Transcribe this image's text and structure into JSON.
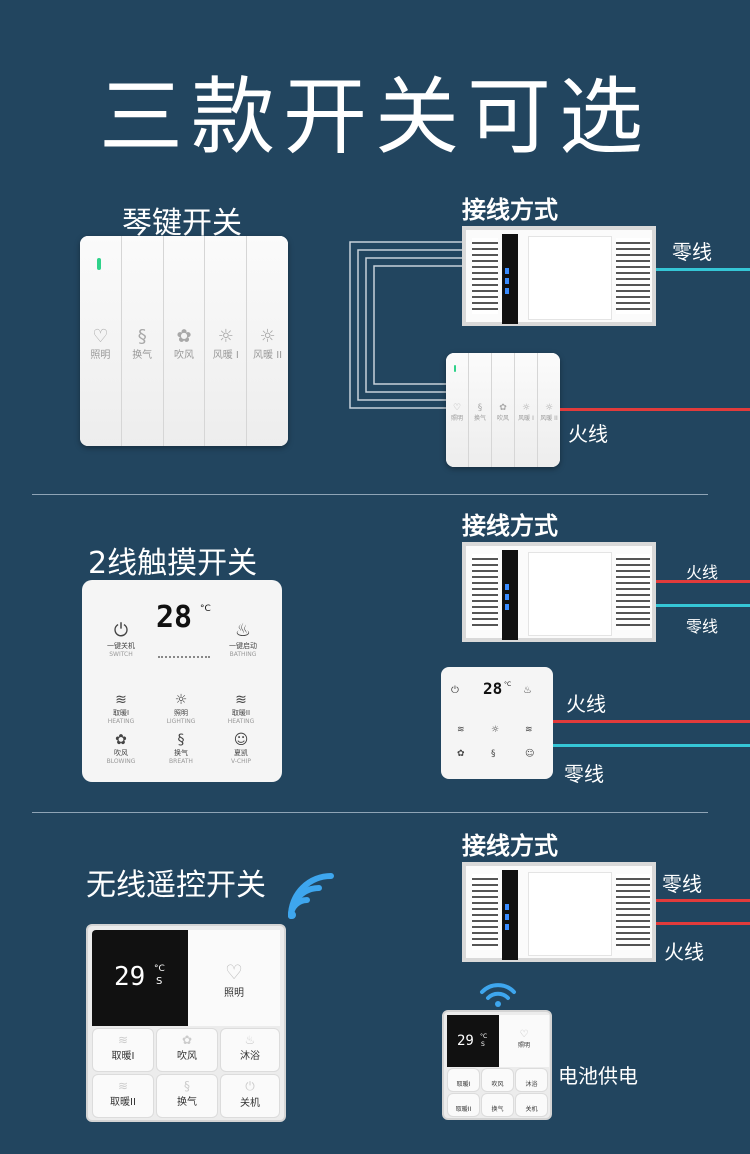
{
  "page": {
    "title": "三款开关可选"
  },
  "colors": {
    "background": "#22455f",
    "live_wire": "#e23b3b",
    "neutral_wire": "#35c6d6",
    "divider": "#8fa4b6"
  },
  "section1": {
    "label": "琴键开关",
    "wiring_title": "接线方式",
    "keys": [
      {
        "icon": "bulb-icon",
        "glyph": "♡",
        "label": "照明"
      },
      {
        "icon": "ventilation-icon",
        "glyph": "§",
        "label": "换气"
      },
      {
        "icon": "fan-icon",
        "glyph": "✿",
        "label": "吹风"
      },
      {
        "icon": "sun-icon",
        "glyph": "☼",
        "label": "风暖 I"
      },
      {
        "icon": "sun-icon",
        "glyph": "☼",
        "label": "风暖 II"
      }
    ],
    "wire_neutral": "零线",
    "wire_live": "火线"
  },
  "section2": {
    "label": "2线触摸开关",
    "wiring_title": "接线方式",
    "temperature": "28",
    "unit": "°C",
    "buttons": [
      {
        "icon": "power-icon",
        "glyph": "⏻",
        "label": "一键关机",
        "en": "SWITCH"
      },
      {
        "icon": "bath-icon",
        "glyph": "♨",
        "label": "一键启动",
        "en": "BATHING"
      },
      {
        "icon": "heating-icon",
        "glyph": "≋",
        "label": "取暖I",
        "en": "HEATING"
      },
      {
        "icon": "light-icon",
        "glyph": "☼",
        "label": "照明",
        "en": "LIGHTING"
      },
      {
        "icon": "heating-icon",
        "glyph": "≋",
        "label": "取暖II",
        "en": "HEATING"
      },
      {
        "icon": "fan-icon",
        "glyph": "✿",
        "label": "吹风",
        "en": "BLOWING"
      },
      {
        "icon": "ventilation-icon",
        "glyph": "§",
        "label": "换气",
        "en": "BREATH"
      },
      {
        "icon": "chip-icon",
        "glyph": "☺",
        "label": "夏凯",
        "en": "V-CHIP"
      }
    ],
    "wire_live": "火线",
    "wire_neutral": "零线"
  },
  "section3": {
    "label": "无线遥控开关",
    "wiring_title": "接线方式",
    "temperature": "29",
    "unit_c": "°C",
    "unit_s": "S",
    "light_label": "照明",
    "buttons": [
      {
        "icon": "heating-icon",
        "label": "取暖I"
      },
      {
        "icon": "fan-icon",
        "label": "吹风"
      },
      {
        "icon": "shower-icon",
        "label": "沐浴"
      },
      {
        "icon": "heating-icon",
        "label": "取暖II"
      },
      {
        "icon": "ventilation-icon",
        "label": "换气"
      },
      {
        "icon": "power-icon",
        "label": "关机"
      }
    ],
    "wire_neutral": "零线",
    "wire_live": "火线",
    "battery_note": "电池供电"
  }
}
